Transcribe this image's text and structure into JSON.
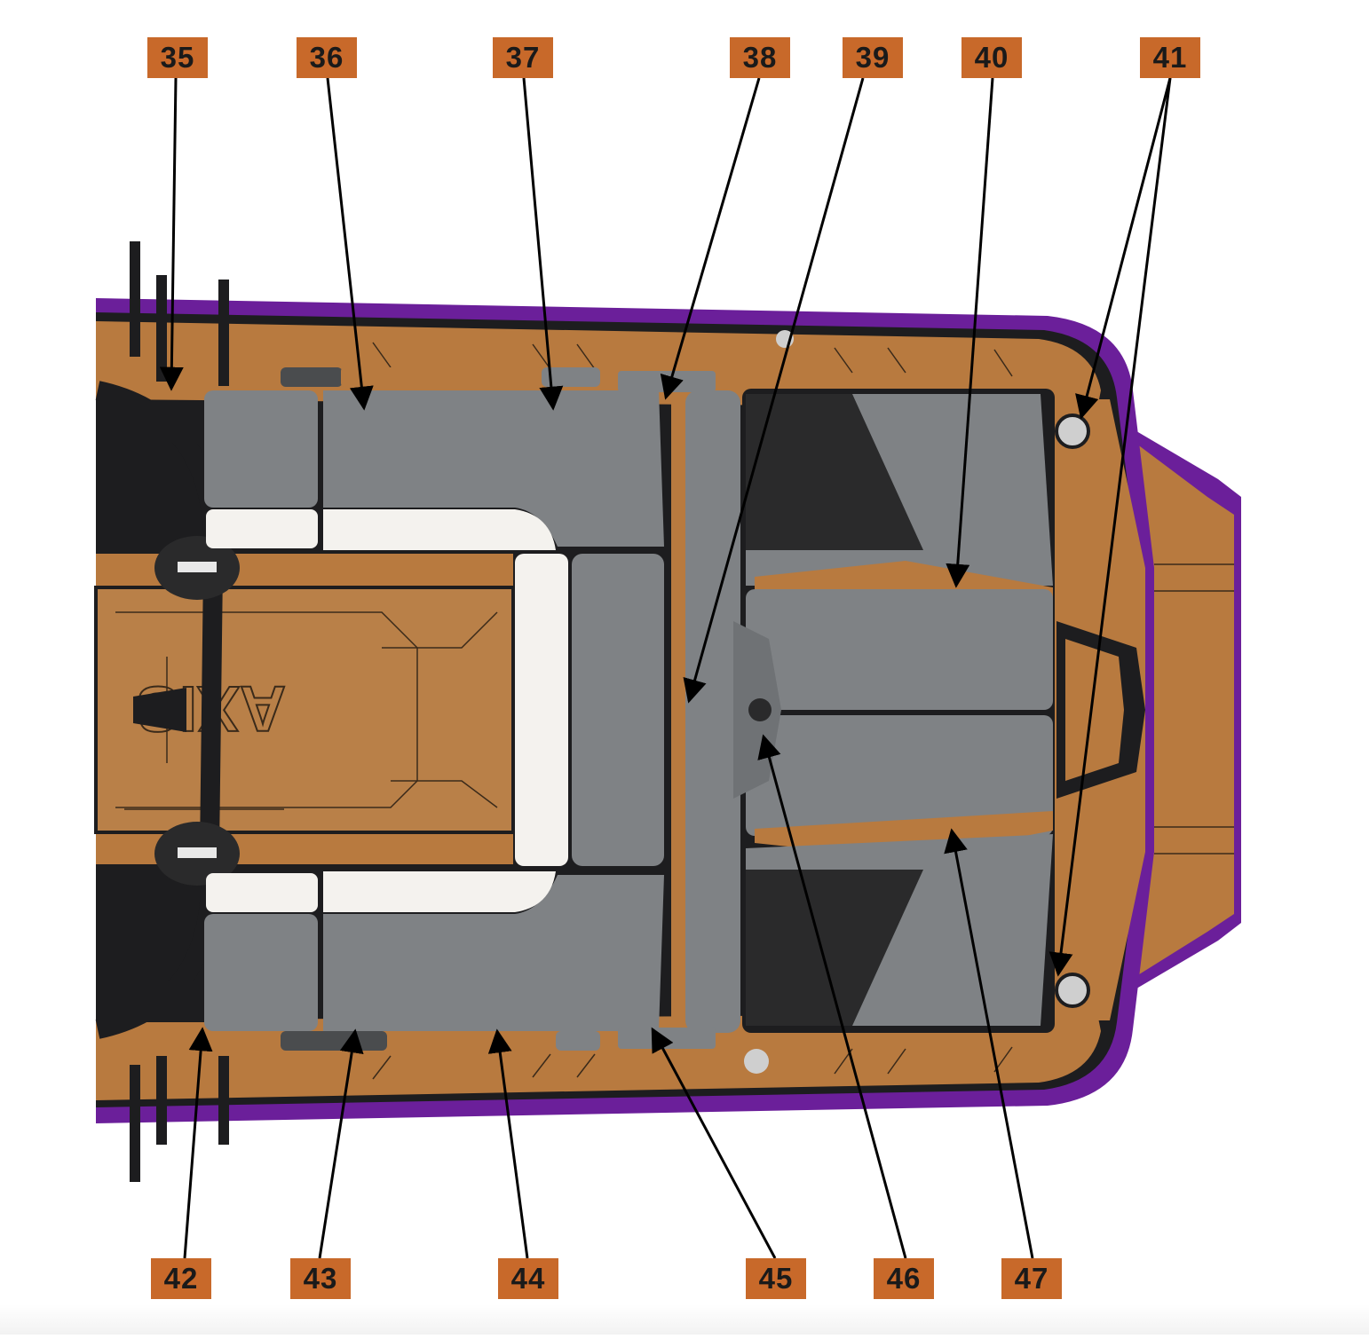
{
  "diagram": {
    "logo_text": "AXIS",
    "colors": {
      "hull": "#6b1f9a",
      "deck_tan": "#b87a3f",
      "upholstery_gray": "#7f8285",
      "upholstery_white": "#f4f2ee",
      "upholstery_black": "#2a2a2b",
      "callout_bg": "#c8692a"
    },
    "callouts_top": [
      {
        "label": "35"
      },
      {
        "label": "36"
      },
      {
        "label": "37"
      },
      {
        "label": "38"
      },
      {
        "label": "39"
      },
      {
        "label": "40"
      },
      {
        "label": "41"
      }
    ],
    "callouts_bottom": [
      {
        "label": "42"
      },
      {
        "label": "43"
      },
      {
        "label": "44"
      },
      {
        "label": "45"
      },
      {
        "label": "46"
      },
      {
        "label": "47"
      }
    ]
  }
}
